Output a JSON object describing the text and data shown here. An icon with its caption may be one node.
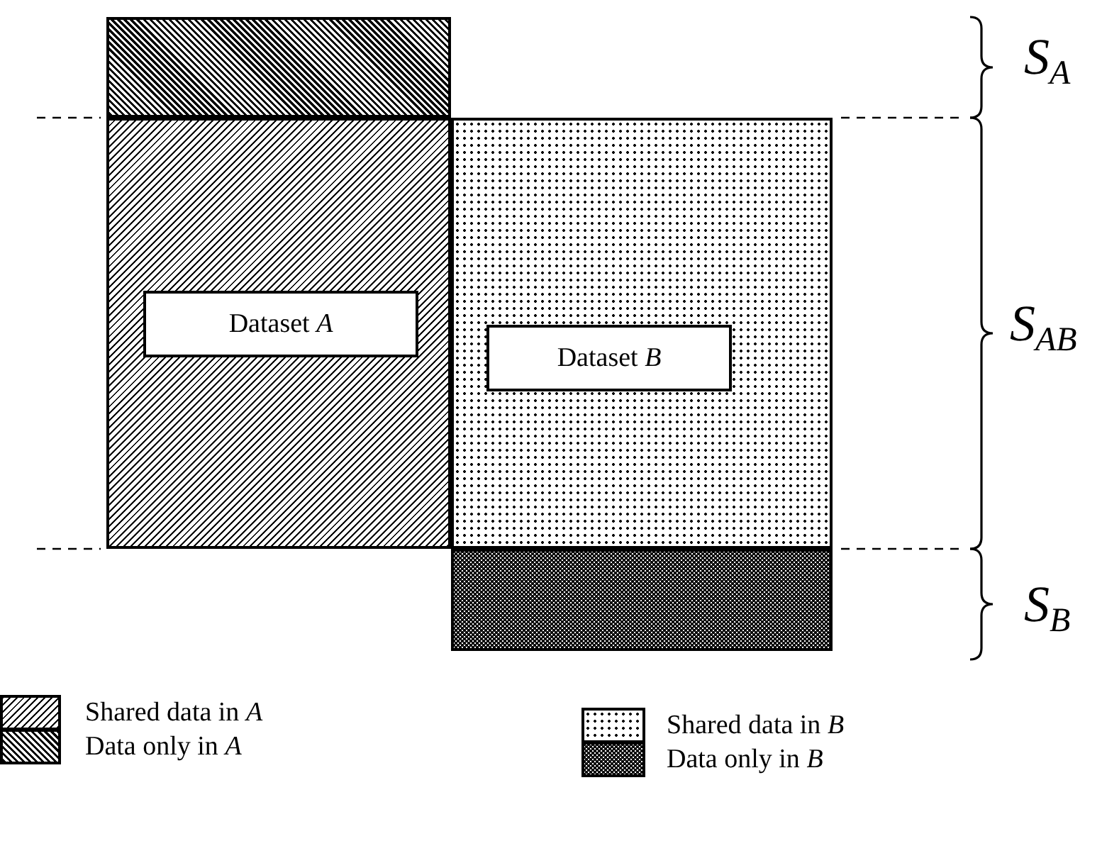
{
  "diagram": {
    "nodes": [
      {
        "text": [],
        "shape": "box"
      },
      {
        "text": [],
        "shape": "box"
      },
      {
        "text": [
          "Dataset *A*"
        ],
        "in": 1
      },
      {
        "text": [],
        "shape": "box"
      },
      {
        "text": [
          "Dataset *B*"
        ],
        "in": 3
      },
      {
        "text": [],
        "shape": "box"
      }
    ],
    "edges": [],
    "labels": [
      "S$_{A}$",
      "S$_{AB}$",
      "S$_{B}$"
    ],
    "legend": [
      {
        "text": "Shared data in *A*"
      },
      {
        "text": "Data only in *A*"
      },
      {
        "text": "Shared data in *B*"
      },
      {
        "text": "Data only in *B*"
      }
    ]
  }
}
